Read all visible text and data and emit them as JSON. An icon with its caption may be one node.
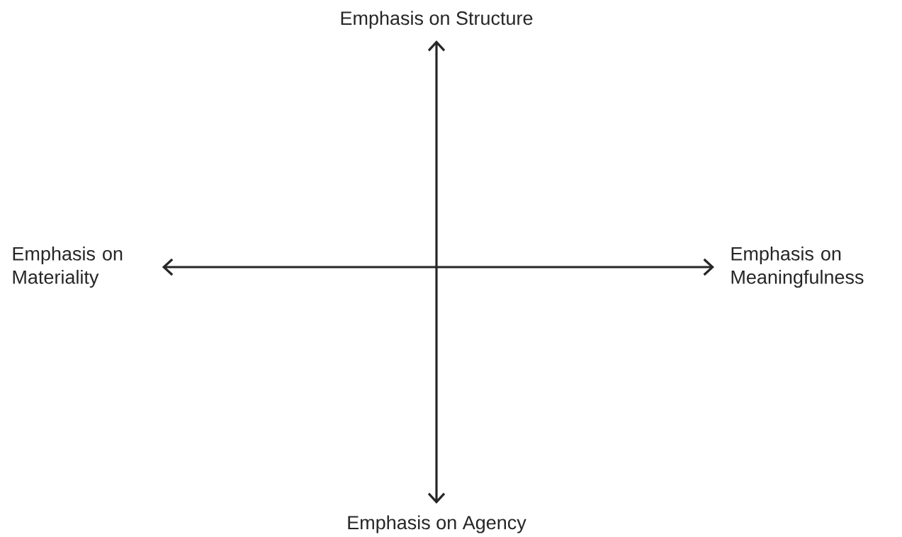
{
  "diagram": {
    "nodes": [
      {
        "text": [
          "Emphasis on Structure"
        ]
      },
      {
        "text": [
          "Emphasis on Materiality"
        ]
      },
      {
        "text": [
          "Emphasis on Meaningfulness"
        ]
      },
      {
        "text": [
          "Emphasis on Agency"
        ]
      }
    ],
    "edges": [
      {
        "from": 0,
        "to": 3,
        "arrow": "both"
      },
      {
        "from": 1,
        "to": 2,
        "arrow": "both"
      }
    ]
  }
}
